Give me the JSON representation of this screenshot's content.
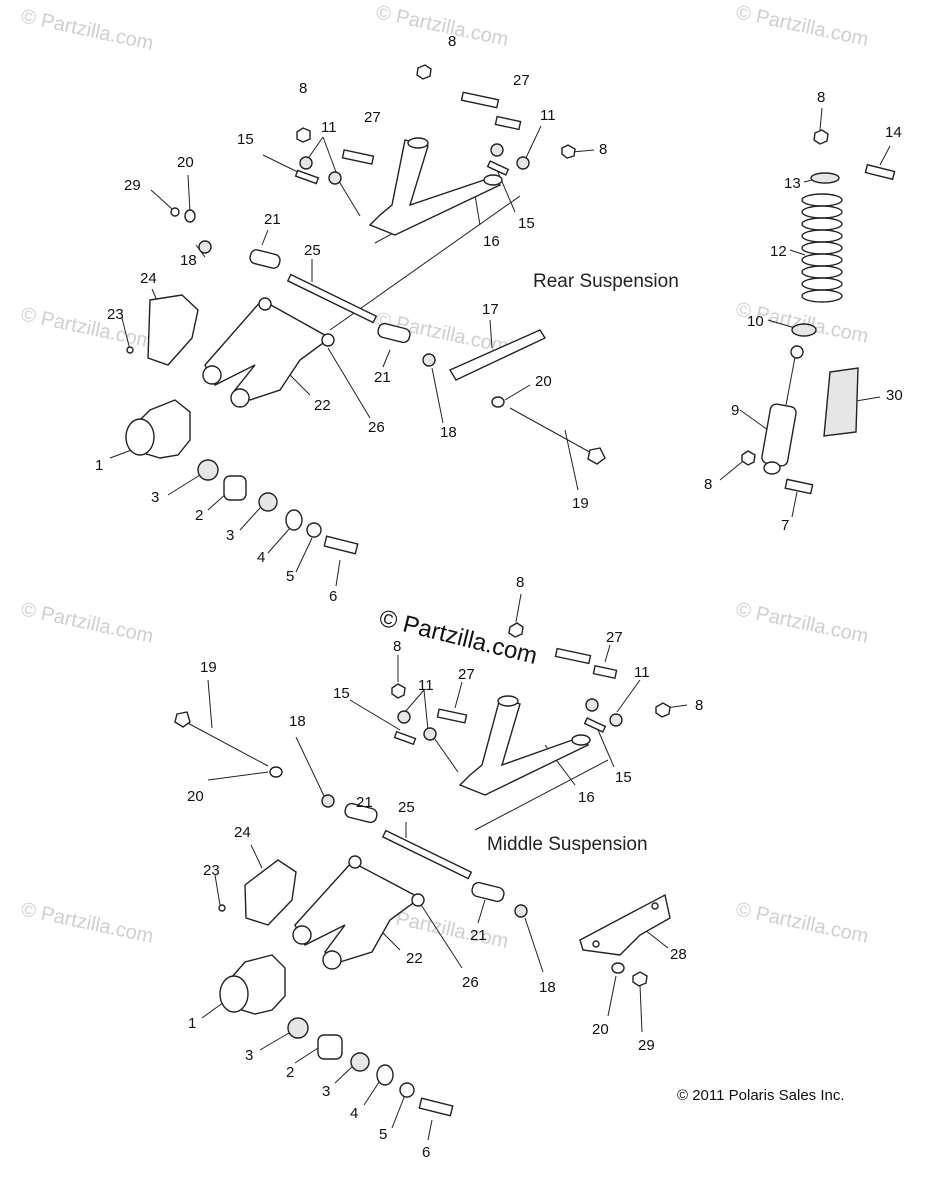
{
  "diagram": {
    "sections": {
      "rear": "Rear Suspension",
      "middle": "Middle Suspension"
    },
    "watermark": "© Partzilla.com",
    "watermark_center": "© Partzilla.com",
    "copyright": "© 2011 Polaris Sales Inc.",
    "callouts": {
      "rear": [
        "8",
        "27",
        "8",
        "11",
        "27",
        "11",
        "8",
        "15",
        "15",
        "20",
        "29",
        "16",
        "21",
        "18",
        "25",
        "24",
        "23",
        "17",
        "21",
        "22",
        "26",
        "18",
        "20",
        "1",
        "3",
        "2",
        "3",
        "4",
        "5",
        "6",
        "19"
      ],
      "shock": [
        "8",
        "14",
        "13",
        "12",
        "10",
        "30",
        "9",
        "8",
        "7"
      ],
      "middle": [
        "8",
        "27",
        "8",
        "27",
        "11",
        "19",
        "15",
        "11",
        "8",
        "18",
        "15",
        "21",
        "25",
        "16",
        "20",
        "24",
        "23",
        "22",
        "26",
        "21",
        "18",
        "28",
        "1",
        "3",
        "2",
        "3",
        "20",
        "29",
        "4",
        "5",
        "6"
      ]
    }
  }
}
